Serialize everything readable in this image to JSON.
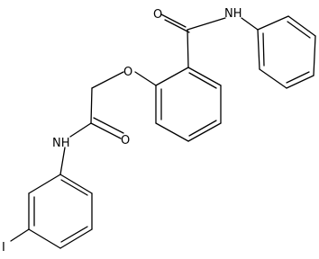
{
  "diagram": {
    "labels": {
      "carbonyl_oxygen_top": "O",
      "amide_nh_top": "NH",
      "ether_oxygen": "O",
      "amide_nh_left": "NH",
      "carbonyl_oxygen_middle": "O",
      "iodine": "I"
    }
  }
}
